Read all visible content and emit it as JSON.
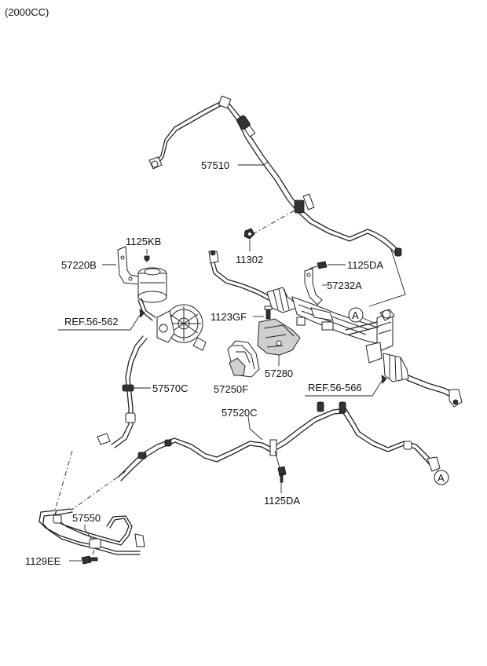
{
  "header": {
    "engine": "(2000CC)"
  },
  "labels": {
    "p57510": "57510",
    "p11302": "11302",
    "p1125DA_top": "1125DA",
    "p57232A": "57232A",
    "p1123GF": "1123GF",
    "p57280": "57280",
    "p57250F": "57250F",
    "p1125KB": "1125KB",
    "p57220B": "57220B",
    "p57570C": "57570C",
    "p57520C": "57520C",
    "p1125DA_bottom": "1125DA",
    "p57550": "57550",
    "p1129EE": "1129EE"
  },
  "references": {
    "ref_left": "REF.56-562",
    "ref_right": "REF.56-566"
  },
  "markers": {
    "marker_a_top": "A",
    "marker_a_bottom": "A"
  }
}
